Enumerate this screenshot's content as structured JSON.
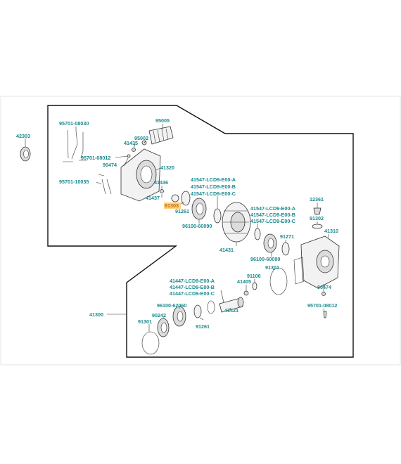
{
  "labels": {
    "p42303": "42303",
    "p95701_08030": "95701-08030",
    "p95005": "95005",
    "p95002": "95002",
    "p41435": "41435",
    "p95701_08012a": "95701-08012",
    "p90474a": "90474",
    "p41320": "41320",
    "p95701_10035": "95701-10035",
    "p41436": "41436",
    "p41437": "41437",
    "p91303": "91303",
    "p91261a": "91261",
    "p96100_60090a": "96100-60090",
    "p41547a": "41547-LCD9-E00-A",
    "p41547b": "41547-LCD9-E00-B",
    "p41547c": "41547-LCD9-E00-C",
    "p41431": "41431",
    "p41547a2": "41547-LCD9-E00-A",
    "p41547b2": "41547-LCD9-E00-B",
    "p41547c2": "41547-LCD9-E00-C",
    "p12361": "12361",
    "p91302": "91302",
    "p41310": "41310",
    "p91271": "91271",
    "p96100_60090b": "96100-60090",
    "p91301a": "91301",
    "p90474b": "90474",
    "p95701_08012b": "95701-08012",
    "p41447a": "41447-LCD9-E00-A",
    "p41447b": "41447-LCD9-E00-B",
    "p41447c": "41447-LCD9-E00-C",
    "p91106": "91106",
    "p41405": "41405",
    "p41421": "41421",
    "p96100_62060": "96100-62060",
    "p90242": "90242",
    "p41300": "41300",
    "p91301b": "91301",
    "p91261b": "91261"
  },
  "colors": {
    "callout": "#1a8a8f",
    "highlight_text": "#c06a10",
    "highlight_box": "#ffd27a"
  }
}
